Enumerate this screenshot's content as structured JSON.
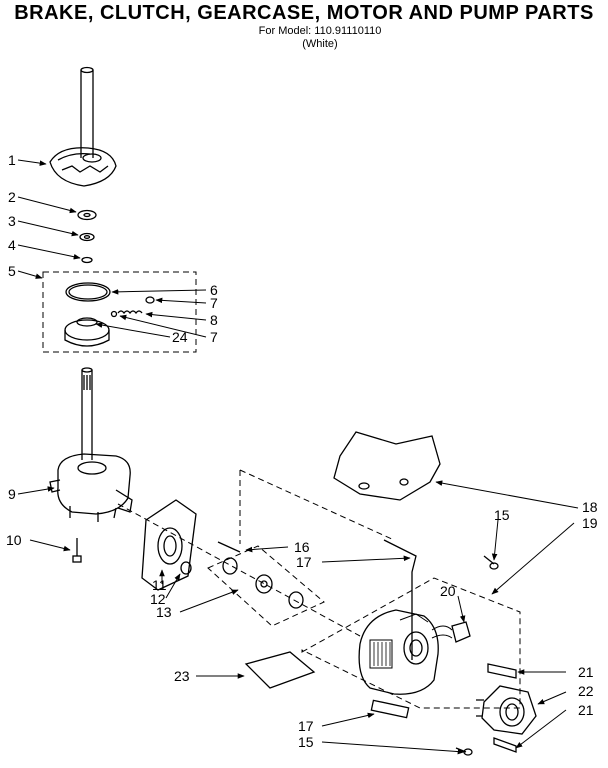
{
  "header": {
    "title": "BRAKE, CLUTCH, GEARCASE, MOTOR AND PUMP PARTS",
    "model_line": "For Model: 110.91110110",
    "color_line": "(White)"
  },
  "callouts": {
    "n1": "1",
    "n2": "2",
    "n3": "3",
    "n4": "4",
    "n5": "5",
    "n6": "6",
    "n7a": "7",
    "n8": "8",
    "n7b": "7",
    "n24": "24",
    "n9": "9",
    "n10": "10",
    "n11": "11",
    "n12": "12",
    "n13": "13",
    "n16": "16",
    "n17a": "17",
    "n15a": "15",
    "n18": "18",
    "n19": "19",
    "n20": "20",
    "n21a": "21",
    "n22": "22",
    "n21b": "21",
    "n23": "23",
    "n17b": "17",
    "n15b": "15"
  }
}
